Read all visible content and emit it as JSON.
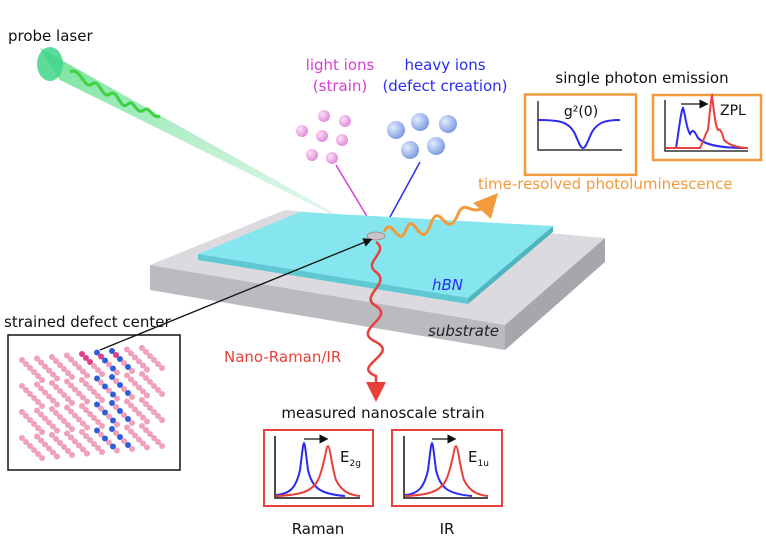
{
  "labels": {
    "probe_laser": "probe laser",
    "light_ions": "light ions",
    "light_ions_sub": "(strain)",
    "heavy_ions": "heavy ions",
    "heavy_ions_sub": "(defect creation)",
    "single_photon_emission": "single photon emission",
    "g2": "g²(0)",
    "zpl": "ZPL",
    "trpl": "time-resolved photoluminescence",
    "hbn": "hBN",
    "substrate": "substrate",
    "strained_defect_center": "strained defect center",
    "nano_raman_ir": "Nano-Raman/IR",
    "measured_strain": "measured nanoscale strain",
    "e2g_base": "E",
    "e2g_sub": "2g",
    "e1u_base": "E",
    "e1u_sub": "1u",
    "raman": "Raman",
    "ir": "IR"
  },
  "colors": {
    "orange": "#f39a3c",
    "red": "#e8403a",
    "blue": "#2c2cf0",
    "magenta": "#d63fd6",
    "green": "#3fd13f",
    "cyan": "#7fe6ee",
    "substrate": "#c9c6cc"
  }
}
